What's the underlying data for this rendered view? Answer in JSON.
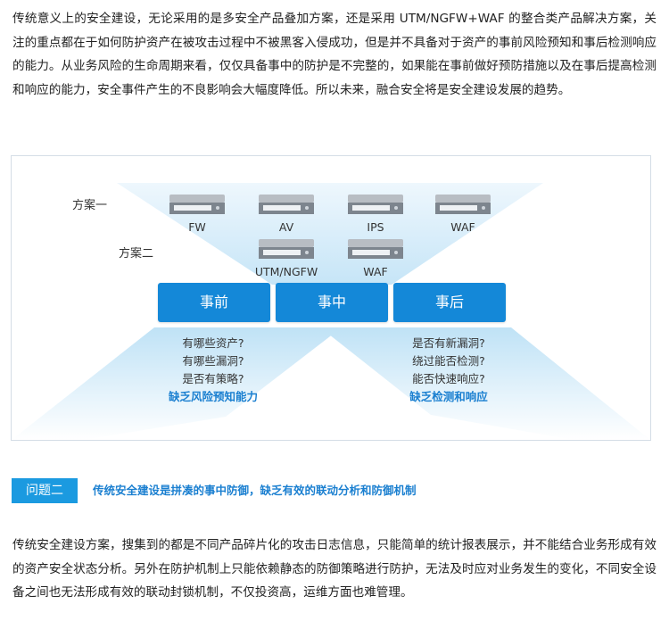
{
  "intro": "传统意义上的安全建设，无论采用的是多安全产品叠加方案，还是采用 UTM/NGFW+WAF 的整合类产品解决方案，关注的重点都在于如何防护资产在被攻击过程中不被黑客入侵成功，但是并不具备对于资产的事前风险预知和事后检测响应的能力。从业务风险的生命周期来看，仅仅具备事中的防护是不完整的，如果能在事前做好预防措施以及在事后提高检测和响应的能力，安全事件产生的不良影响会大幅度降低。所以未来，融合安全将是安全建设发展的趋势。",
  "diagram": {
    "plan1_label": "方案一",
    "plan2_label": "方案二",
    "plan1_devices": [
      "FW",
      "AV",
      "IPS",
      "WAF"
    ],
    "plan2_devices": [
      "UTM/NGFW",
      "WAF"
    ],
    "phases": [
      "事前",
      "事中",
      "事后"
    ],
    "before_questions": [
      "有哪些资产?",
      "有哪些漏洞?",
      "是否有策略?"
    ],
    "before_gap": "缺乏风险预知能力",
    "after_questions": [
      "是否有新漏洞?",
      "绕过能否检测?",
      "能否快速响应?"
    ],
    "after_gap": "缺乏检测和响应",
    "colors": {
      "phase_bg": "#1488d8",
      "highlight_text": "#1a7fd0",
      "tag_bg": "#1b9ae0"
    }
  },
  "issue": {
    "tag": "问题二",
    "title": "传统安全建设是拼凑的事中防御，缺乏有效的联动分析和防御机制"
  },
  "bottom": "传统安全建设方案，搜集到的都是不同产品碎片化的攻击日志信息，只能简单的统计报表展示，并不能结合业务形成有效的资产安全状态分析。另外在防护机制上只能依赖静态的防御策略进行防护，无法及时应对业务发生的变化，不同安全设备之间也无法形成有效的联动封锁机制，不仅投资高，运维方面也难管理。"
}
